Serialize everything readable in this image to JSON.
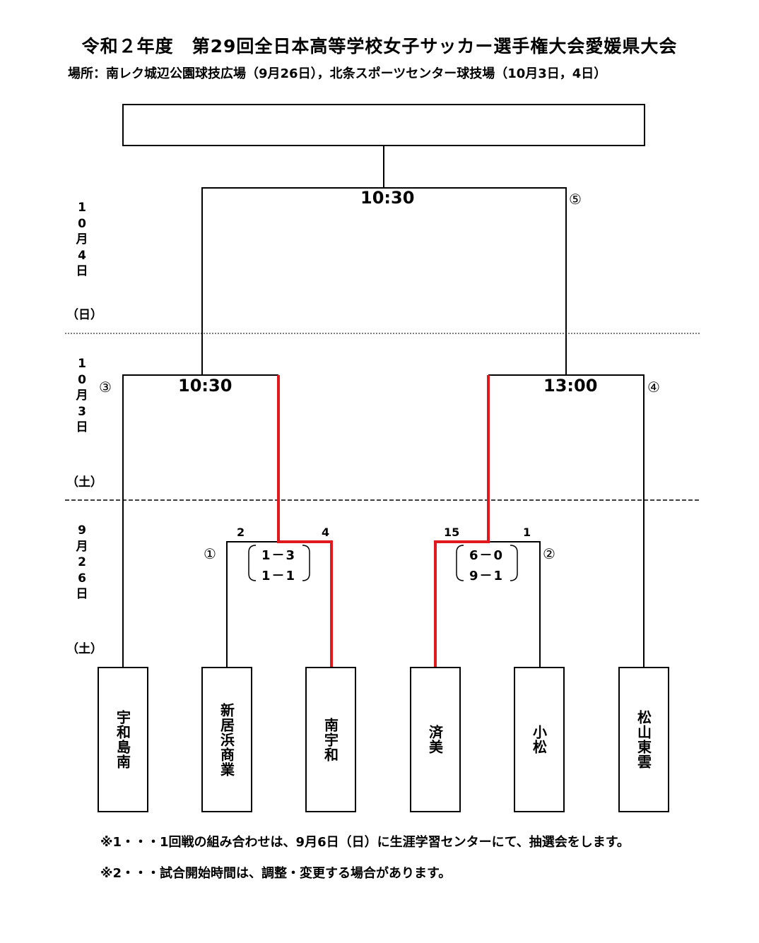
{
  "header": {
    "title": "令和２年度　第29回全日本高等学校女子サッカー選手権大会愛媛県大会",
    "venue": "場所：南レク城辺公園球技広場（9月26日），北条スポーツセンター球技場（10月3日，4日）"
  },
  "dates": {
    "day3": {
      "chars": [
        "1",
        "0",
        "月",
        "4",
        "日"
      ],
      "weekday": "（日）"
    },
    "day2": {
      "chars": [
        "1",
        "0",
        "月",
        "3",
        "日"
      ],
      "weekday": "（土）"
    },
    "day1": {
      "chars": [
        "9",
        "月",
        "2",
        "6",
        "日"
      ],
      "weekday": "（土）"
    }
  },
  "matches": {
    "m1": {
      "number": "①",
      "score_left": "2",
      "score_right": "4",
      "half1": "1－3",
      "half2": "1－1"
    },
    "m2": {
      "number": "②",
      "score_left": "15",
      "score_right": "1",
      "half1": "6－0",
      "half2": "9－1"
    },
    "m3": {
      "number": "③",
      "time": "10:30"
    },
    "m4": {
      "number": "④",
      "time": "13:00"
    },
    "m5": {
      "number": "⑤",
      "time": "10:30"
    }
  },
  "teams": [
    "宇和島南",
    "新居浜商業",
    "南宇和",
    "済美",
    "小松",
    "松山東雲"
  ],
  "winner": "",
  "notes": {
    "note1": "※1・・・1回戦の組み合わせは、9月6日（日）に生涯学習センターにて、抽選会をします。",
    "note2": "※2・・・試合開始時間は、調整・変更する場合があります。"
  },
  "colors": {
    "line": "#000000",
    "winner_path": "#e0191f"
  }
}
